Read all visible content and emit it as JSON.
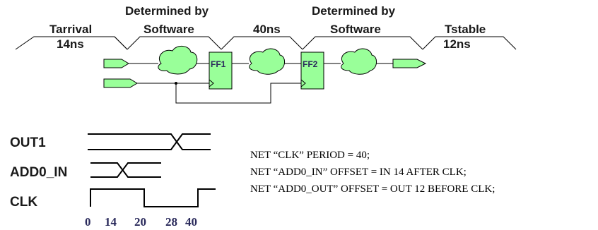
{
  "timing_header": {
    "tarrival_label": "Tarrival",
    "tarrival_value": "14ns",
    "determined_left_line1": "Determined by",
    "determined_left_line2": "Software",
    "period_value": "40ns",
    "determined_right_line1": "Determined by",
    "determined_right_line2": "Software",
    "tstable_label": "Tstable",
    "tstable_value": "12ns"
  },
  "circuit": {
    "ff1_label": "FF1",
    "ff2_label": "FF2"
  },
  "waveforms": {
    "signals": [
      "OUT1",
      "ADD0_IN",
      "CLK"
    ],
    "time_ticks": [
      "0",
      "14",
      "20",
      "28",
      "40"
    ]
  },
  "constraints": [
    "NET “CLK” PERIOD = 40;",
    "NET “ADD0_IN” OFFSET = IN 14 AFTER CLK;",
    "NET “ADD0_OUT” OFFSET = OUT 12 BEFORE CLK;"
  ],
  "colors": {
    "component_fill": "#99ff99",
    "stroke": "#000000",
    "ff_text": "#2b2b5c"
  }
}
